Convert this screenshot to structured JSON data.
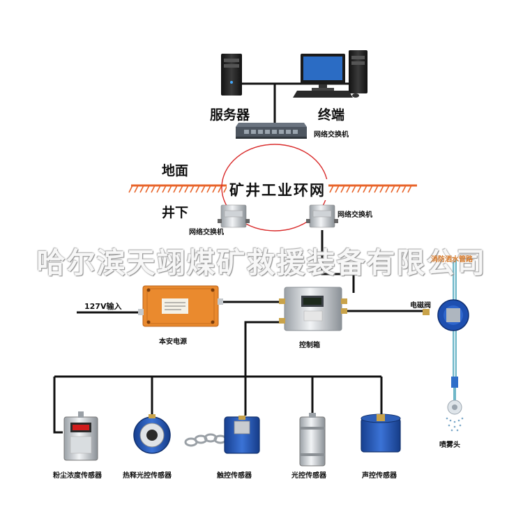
{
  "nodes": {
    "server": "服务器",
    "terminal": "终端",
    "switch_top": "网络交换机",
    "ground": "地面",
    "underground": "井下",
    "ring": "矿井工业环网",
    "switch_left": "网络交换机",
    "switch_right": "网络交换机",
    "power_input": "127V输入",
    "power_supply": "本安电源",
    "control_box": "控制箱",
    "solenoid_valve": "电磁阀",
    "spray_nozzle": "喷雾头",
    "fire_pipe": "消防洒水管路"
  },
  "sensors": [
    "粉尘浓度传感器",
    "热释光控传感器",
    "触控传感器",
    "光控传感器",
    "声控传感器"
  ],
  "watermark": "哈尔滨天翊煤矿救援装备有限公司",
  "colors": {
    "ground_hatch": "#e8642a",
    "power_box": "#ea8a2e",
    "sensor_blue": "#1e4fb0",
    "pipe": "#6fb7c8",
    "line": "#111111"
  }
}
